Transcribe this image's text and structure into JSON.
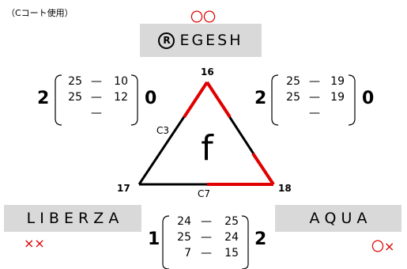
{
  "note": "（Cコート使用）",
  "triangle": {
    "center_label": "f",
    "vertices": {
      "top": "16",
      "left": "17",
      "right": "18"
    },
    "courts": {
      "left_side": "C3",
      "bottom_side": "C7"
    },
    "colors": {
      "line": "#000000",
      "win_highlight": "#e00000"
    }
  },
  "teams": {
    "top": {
      "name": "REGESH",
      "logo_letter": "R",
      "marks": "〇〇"
    },
    "left": {
      "name": "L I B E R Z A",
      "marks": "××"
    },
    "right": {
      "name": "A Q U A",
      "marks": "〇×"
    }
  },
  "matches": {
    "top_left": {
      "score_left": "2",
      "score_right": "0",
      "sets": [
        [
          "25",
          "—",
          "10"
        ],
        [
          "25",
          "—",
          "12"
        ],
        [
          "",
          "—",
          ""
        ]
      ]
    },
    "top_right": {
      "score_left": "2",
      "score_right": "0",
      "sets": [
        [
          "25",
          "—",
          "19"
        ],
        [
          "25",
          "—",
          "19"
        ],
        [
          "",
          "—",
          ""
        ]
      ]
    },
    "bottom": {
      "score_left": "1",
      "score_right": "2",
      "sets": [
        [
          "24",
          "—",
          "25"
        ],
        [
          "25",
          "—",
          "24"
        ],
        [
          "7",
          "—",
          "15"
        ]
      ]
    }
  },
  "colors": {
    "box_bg": "#d9d9d9",
    "mark_red": "#e00000"
  }
}
